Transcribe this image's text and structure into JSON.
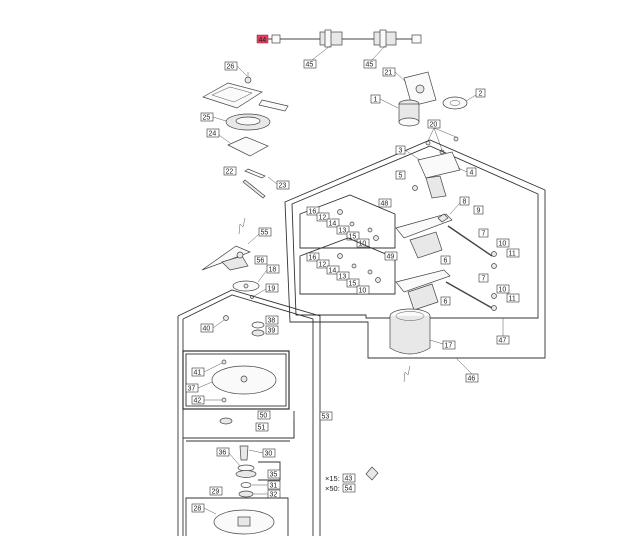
{
  "callouts": {
    "c1": "1",
    "c2": "2",
    "c3": "3",
    "c4": "4",
    "c5": "5",
    "c6": "6",
    "c6b": "6",
    "c7": "7",
    "c7b": "7",
    "c8": "8",
    "c9": "9",
    "c10a": "10",
    "c10b": "10",
    "c10c": "10",
    "c10d": "10",
    "c11a": "11",
    "c11b": "11",
    "c12a": "12",
    "c12b": "12",
    "c13a": "13",
    "c13b": "13",
    "c14a": "14",
    "c14b": "14",
    "c15a": "15",
    "c15b": "15",
    "c16a": "16",
    "c16b": "16",
    "c17": "17",
    "c18": "18",
    "c19": "19",
    "c20": "20",
    "c21": "21",
    "c22": "22",
    "c23": "23",
    "c24": "24",
    "c25": "25",
    "c26": "26",
    "c28": "28",
    "c29": "29",
    "c30": "30",
    "c31": "31",
    "c32": "32",
    "c35": "35",
    "c36": "36",
    "c37": "37",
    "c38": "38",
    "c39": "39",
    "c40": "40",
    "c41": "41",
    "c42": "42",
    "c43": "43",
    "c44": "44",
    "c45a": "45",
    "c45b": "45",
    "c46": "46",
    "c47": "47",
    "c48": "48",
    "c49": "49",
    "c50": "50",
    "c51": "51",
    "c53": "53",
    "c54": "54",
    "c55": "55",
    "c56": "56"
  },
  "multipliers": {
    "m15": "×15:",
    "m50": "×50:"
  },
  "colors": {
    "highlight": "#e0405a",
    "line": "#333333"
  }
}
